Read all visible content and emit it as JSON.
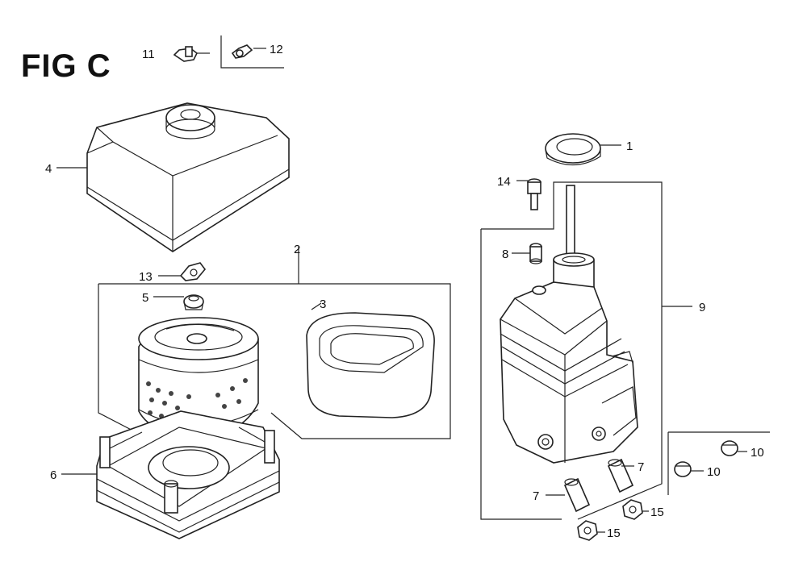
{
  "figure": {
    "title": "FIG C"
  },
  "callouts": [
    {
      "id": "c1",
      "label": "1"
    },
    {
      "id": "c2",
      "label": "2"
    },
    {
      "id": "c3",
      "label": "3"
    },
    {
      "id": "c4",
      "label": "4"
    },
    {
      "id": "c5",
      "label": "5"
    },
    {
      "id": "c6",
      "label": "6"
    },
    {
      "id": "c7a",
      "label": "7"
    },
    {
      "id": "c7b",
      "label": "7"
    },
    {
      "id": "c8",
      "label": "8"
    },
    {
      "id": "c9",
      "label": "9"
    },
    {
      "id": "c10a",
      "label": "10"
    },
    {
      "id": "c10b",
      "label": "10"
    },
    {
      "id": "c11",
      "label": "11"
    },
    {
      "id": "c12",
      "label": "12"
    },
    {
      "id": "c13",
      "label": "13"
    },
    {
      "id": "c14",
      "label": "14"
    },
    {
      "id": "c15a",
      "label": "15"
    },
    {
      "id": "c15b",
      "label": "15"
    }
  ]
}
